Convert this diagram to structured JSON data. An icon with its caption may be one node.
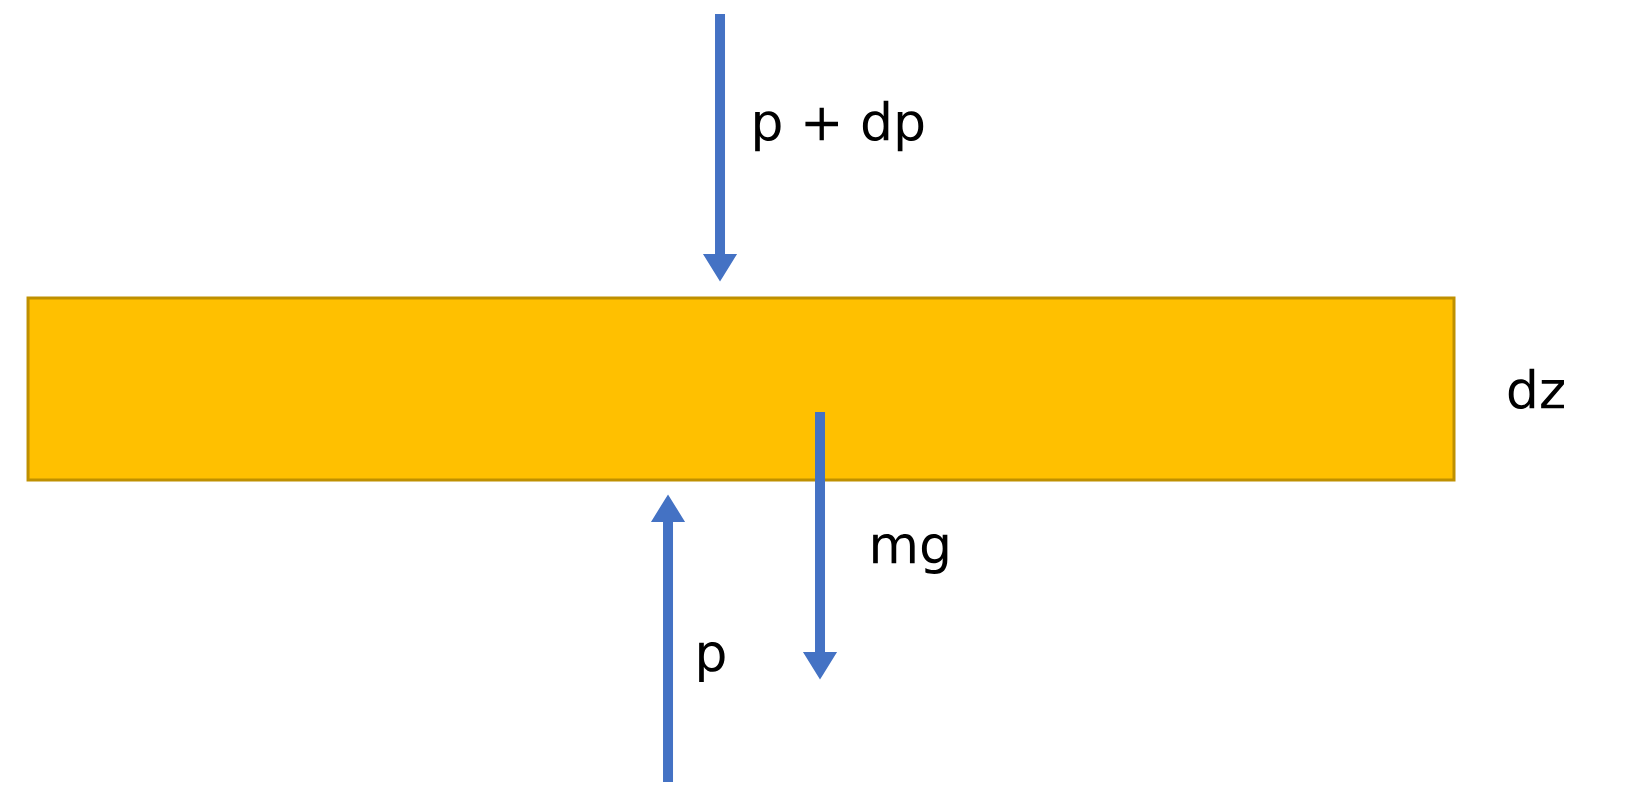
{
  "diagram": {
    "nodes": [
      {
        "text": [],
        "shape": "box",
        "beside": [
          "dz"
        ]
      }
    ],
    "labels": [
      "p + dp",
      "mg",
      "p"
    ]
  }
}
